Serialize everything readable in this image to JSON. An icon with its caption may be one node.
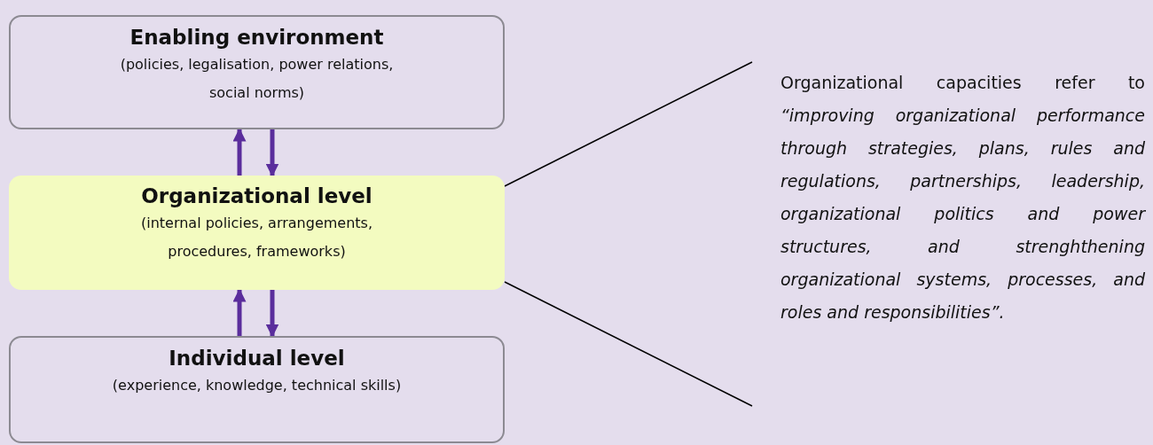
{
  "diagram": {
    "nodes": [
      {
        "text": [
          "Enabling environment",
          "(policies, legalisation, power relations, social norms)"
        ]
      },
      {
        "text": [
          "Organizational level",
          "(internal policies, arrangements, procedures, frameworks)"
        ]
      },
      {
        "text": [
          "Individual level",
          "(experience, knowledge, technical skills)"
        ]
      },
      {
        "text": [
          "Organizational capacities refer to *“improving organizational performance through strategies, plans, rules and regulations, partnerships, leadership, organizational politics and power structures, and strenghthening organizational systems, processes, and roles and responsibilities”.*"
        ]
      }
    ],
    "edges": [
      {
        "from": 1,
        "to": 0,
        "arrow": "to",
        "color": "#5a2d9c"
      },
      {
        "from": 0,
        "to": 1,
        "arrow": "to",
        "color": "#5a2d9c"
      },
      {
        "from": 2,
        "to": 1,
        "arrow": "to",
        "color": "#5a2d9c"
      },
      {
        "from": 1,
        "to": 2,
        "arrow": "to",
        "color": "#5a2d9c"
      },
      {
        "from": 1,
        "to": 3,
        "arrow": "none",
        "color": "#000000"
      },
      {
        "from": 1,
        "to": 3,
        "arrow": "none",
        "color": "#000000"
      }
    ]
  }
}
